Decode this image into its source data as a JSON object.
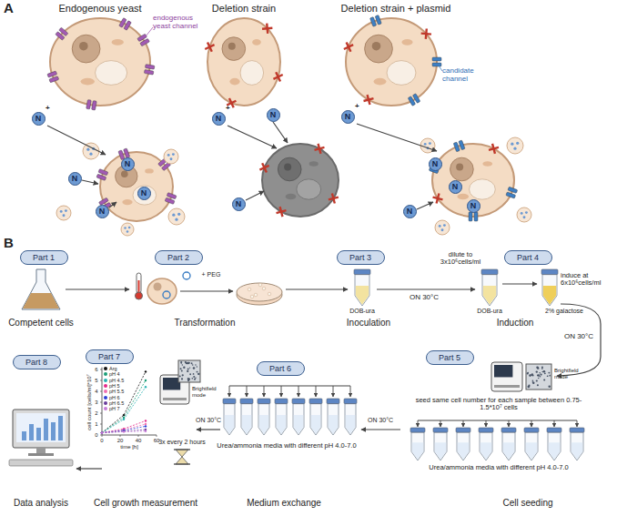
{
  "diagram": {
    "nodes": [
      {
        "text": [
          "N"
        ]
      },
      {
        "text": [
          "N"
        ]
      },
      {
        "text": [
          "N"
        ]
      },
      {
        "text": [
          "N"
        ]
      },
      {
        "text": [
          "N"
        ]
      },
      {
        "text": [
          "N"
        ]
      },
      {
        "text": [
          "N"
        ]
      },
      {
        "text": [
          "N"
        ]
      },
      {
        "text": [
          "N"
        ]
      },
      {
        "text": [
          "N"
        ]
      },
      {
        "text": [
          "N"
        ]
      },
      {
        "text": [
          "N"
        ]
      },
      {
        "text": [
          "N"
        ]
      },
      {
        "text": [
          "Part 1"
        ]
      },
      {
        "text": [
          "Part 2"
        ]
      },
      {
        "text": [
          "Part 3"
        ]
      },
      {
        "text": [
          "Part 4"
        ]
      },
      {
        "text": [
          "Part 5"
        ]
      },
      {
        "text": [
          "Part 6"
        ]
      },
      {
        "text": [
          "Part 7"
        ]
      },
      {
        "text": [
          "Part 8"
        ]
      }
    ],
    "labels": [
      "A",
      "Endogenous yeast",
      "Deletion strain",
      "Deletion strain + plasmid",
      "endogenous yeast channel",
      "candidate channel",
      "+",
      "+",
      "+",
      "B",
      "Competent cells",
      "+ PEG",
      "Transformation",
      "DOB-ura",
      "Inoculation",
      "ON 30°C",
      "dilute to 3x10⁶cells/ml",
      "induce at 6x10⁶cells/ml",
      "DOB-ura",
      "2% galactose",
      "Induction",
      "ON 30°C",
      "Brightfield mode",
      "seed same cell number for each sample between 0.75-1.5*10⁷ cells",
      "Urea/ammonia media with different pH 4.0-7.0",
      "Cell seeding",
      "ON 30°C",
      "Urea/ammonia media with different pH 4.0-7.0",
      "Medium exchange",
      "ON 30°C",
      "cell count [cells/ml]*10⁷",
      "0",
      "1",
      "2",
      "3",
      "4",
      "5",
      "6",
      "0",
      "20",
      "40",
      "60",
      "time [h]",
      "Brightfield mode",
      "3x every 2 hours",
      "Cell growth measurement",
      "Data analysis"
    ],
    "legend": [
      {
        "text": "Arg",
        "color": "#111111"
      },
      {
        "text": "pH 4",
        "color": "#1b9e77"
      },
      {
        "text": "pH 4.5",
        "color": "#2bb3b3"
      },
      {
        "text": "pH 5",
        "color": "#e7298a"
      },
      {
        "text": "pH 5.5",
        "color": "#f06fb0"
      },
      {
        "text": "pH 6",
        "color": "#2c3fd6"
      },
      {
        "text": "pH 6.5",
        "color": "#6a3d9a"
      },
      {
        "text": "pH 7",
        "color": "#c77dd8"
      }
    ]
  }
}
